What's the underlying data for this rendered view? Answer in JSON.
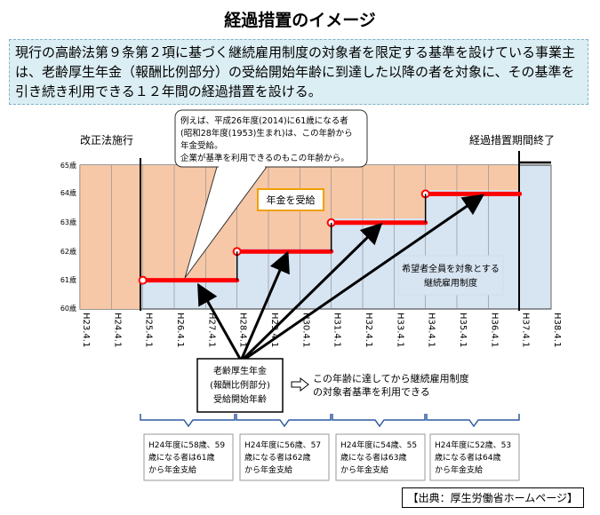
{
  "title": "経過措置のイメージ",
  "intro_text": "現行の高齢法第９条第２項に基づく継続雇用制度の対象者を限定する基準を設けている事業主は、老齢厚生年金（報酬比例部分）の受給開始年齢に到達した以降の者を対象に、その基準を引き続き利用できる１２年間の経過措置を設ける。",
  "callout": {
    "line1": "例えば、平成26年度(2014)に61歳になる者",
    "line2": "(昭和28年度(1953)生まれ)は、この年齢から",
    "line3": "年金受給。",
    "line4": "企業が基準を利用できるのもこの年齢から。"
  },
  "labels": {
    "reform": "改正法施行",
    "end": "経過措置期間終了",
    "pension": "年金を受給",
    "employment_line1": "希望者全員を対象とする",
    "employment_line2": "継続雇用制度"
  },
  "age_box": {
    "line1": "老齢厚生年金",
    "line2": "(報酬比例部分)",
    "line3": "受給開始年齢"
  },
  "arrow_note": {
    "line1": "この年齢に達してから継続雇用制度",
    "line2": "の対象者基準を利用できる"
  },
  "bottom_boxes": [
    {
      "line1": "H24年度に58歳、59",
      "line2": "歳になる者は61歳",
      "line3": "から年金支給"
    },
    {
      "line1": "H24年度に56歳、57",
      "line2": "歳になる者は62歳",
      "line3": "から年金支給"
    },
    {
      "line1": "H24年度に54歳、55",
      "line2": "歳になる者は63歳",
      "line3": "から年金支給"
    },
    {
      "line1": "H24年度に52歳、53",
      "line2": "歳になる者は64歳",
      "line3": "から年金支給"
    }
  ],
  "footer": "【出典：厚生労働省ホームページ】",
  "chart_data": {
    "type": "step",
    "y_ticks": [
      "65歳",
      "64歳",
      "63歳",
      "62歳",
      "61歳",
      "60歳"
    ],
    "x_ticks": [
      "H23.4.1",
      "H24.4.1",
      "H25.4.1",
      "H26.4.1",
      "H27.4.1",
      "H28.4.1",
      "H29.4.1",
      "H30.4.1",
      "H31.4.1",
      "H32.4.1",
      "H33.4.1",
      "H34.4.1",
      "H35.4.1",
      "H36.4.1",
      "H37.4.1",
      "H38.4.1"
    ],
    "steps": [
      {
        "from": "H25.4.1",
        "to": "H28.4.1",
        "age": 61
      },
      {
        "from": "H28.4.1",
        "to": "H31.4.1",
        "age": 62
      },
      {
        "from": "H31.4.1",
        "to": "H34.4.1",
        "age": 63
      },
      {
        "from": "H34.4.1",
        "to": "H37.4.1",
        "age": 64
      }
    ],
    "colors": {
      "pension_area": "#f7c8a7",
      "employment_area": "#d7e4f2",
      "step_line": "#ff0000"
    }
  }
}
